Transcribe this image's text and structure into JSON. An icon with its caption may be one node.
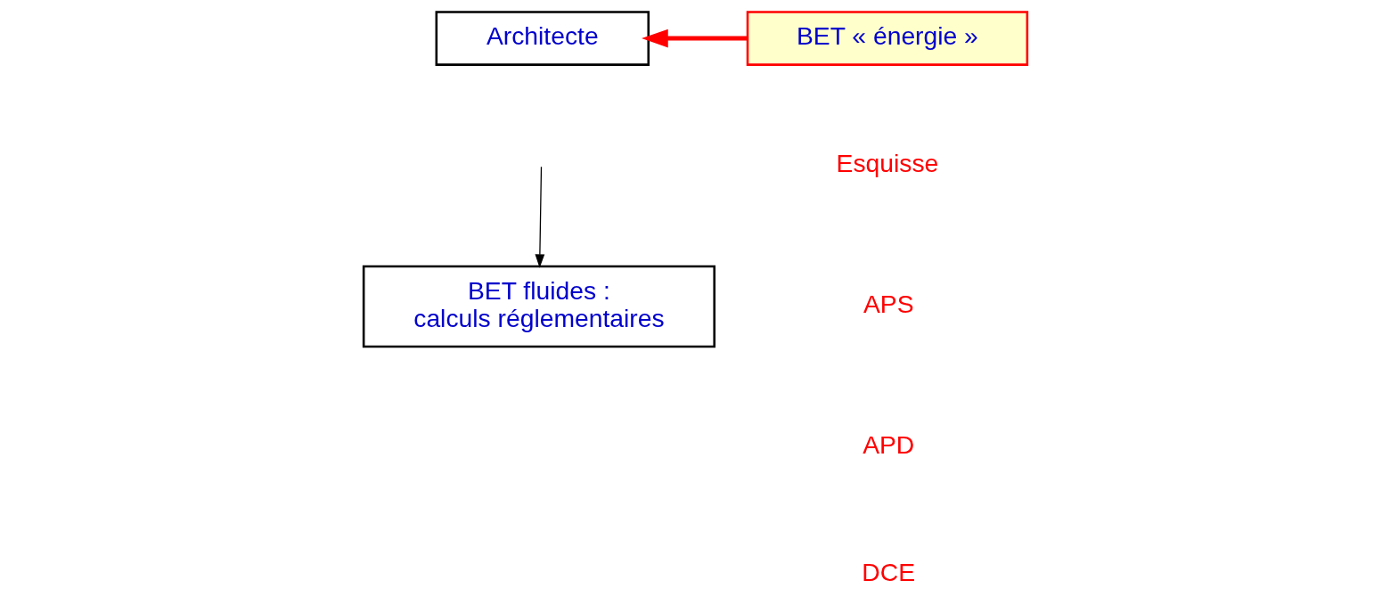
{
  "diagram": {
    "nodes": [
      {
        "text": [
          "Architecte"
        ]
      },
      {
        "text": [
          "BET « énergie »"
        ]
      },
      {
        "text": [
          "BET fluides :",
          "calculs réglementaires"
        ]
      }
    ],
    "edges": [
      {
        "from": 1,
        "to": 0,
        "arrow": "to",
        "style": "thick",
        "color": "#ff0000"
      },
      {
        "from": null,
        "to": 2,
        "arrow": "to",
        "color": "#000000"
      }
    ],
    "labels": [
      "Esquisse",
      "APS",
      "APD",
      "DCE"
    ]
  }
}
